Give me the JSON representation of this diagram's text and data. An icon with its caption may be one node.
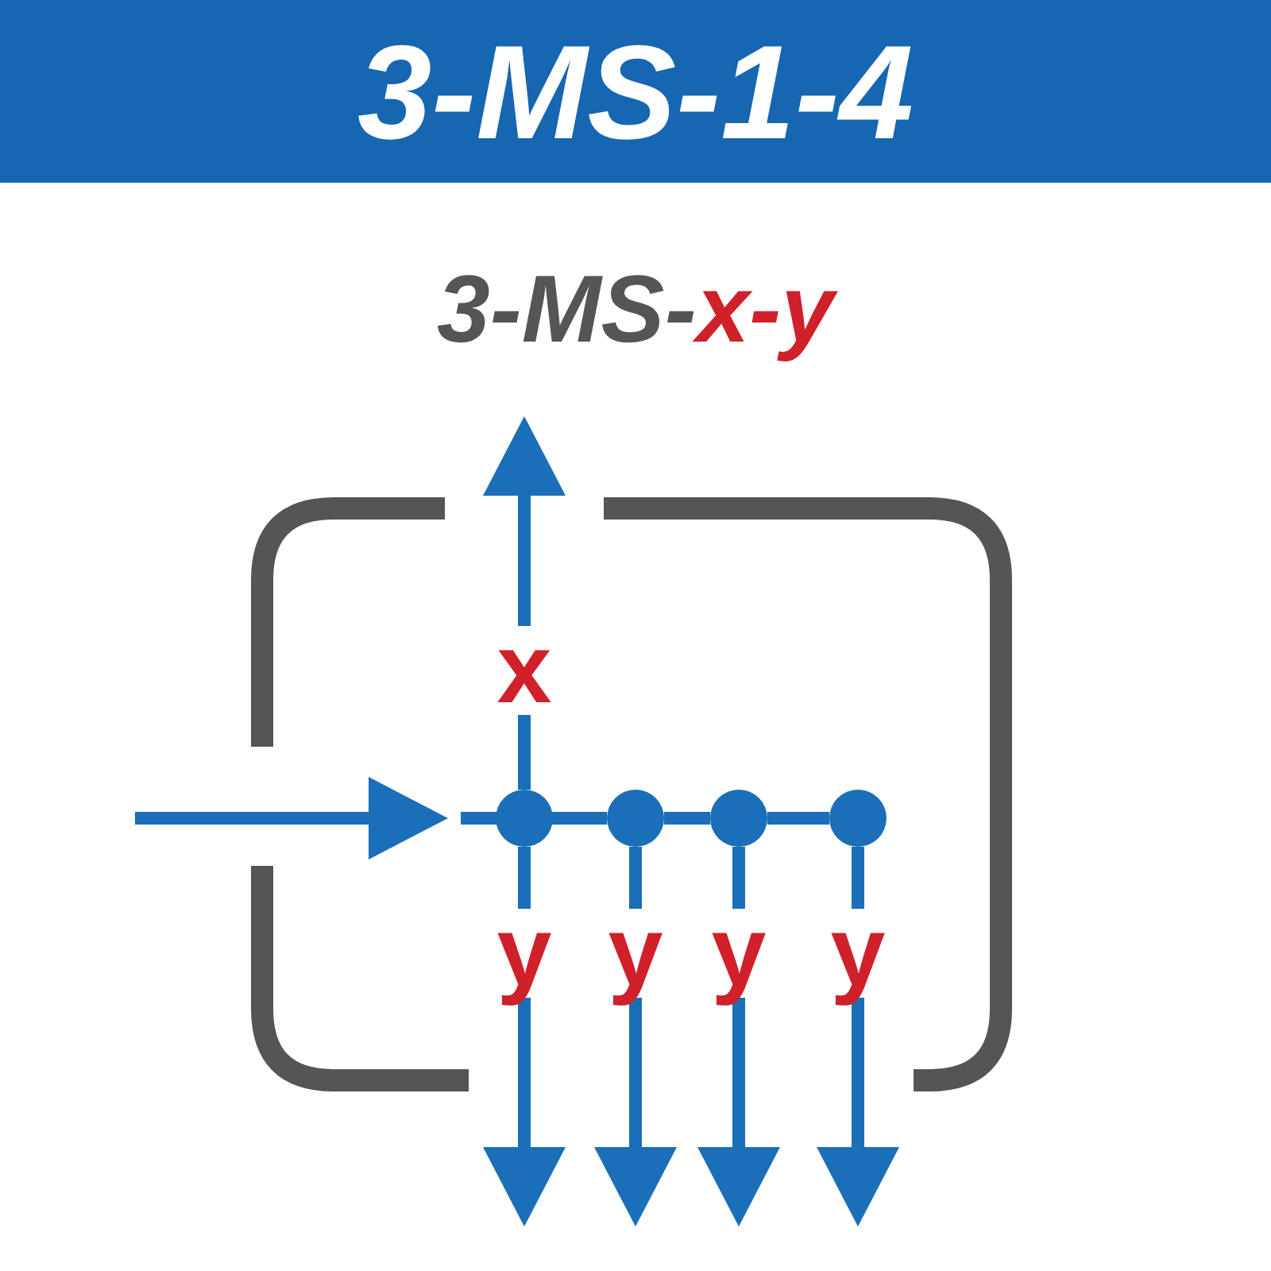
{
  "diagram": {
    "title": "3-MS-1-4",
    "nodes": [
      {
        "text": [],
        "shape": "box"
      },
      {
        "text": [],
        "shape": "circle",
        "in": 0
      },
      {
        "text": [],
        "shape": "circle",
        "in": 0
      },
      {
        "text": [],
        "shape": "circle",
        "in": 0
      },
      {
        "text": [],
        "shape": "circle",
        "in": 0
      }
    ],
    "edges": [
      {
        "from": null,
        "to": 1,
        "arrow": "to"
      },
      {
        "from": 1,
        "to": null,
        "arrow": "to",
        "label": "x"
      },
      {
        "from": 1,
        "to": null,
        "arrow": "to",
        "label": "y"
      },
      {
        "from": 2,
        "to": null,
        "arrow": "to",
        "label": "y"
      },
      {
        "from": 3,
        "to": null,
        "arrow": "to",
        "label": "y"
      },
      {
        "from": 4,
        "to": null,
        "arrow": "to",
        "label": "y"
      },
      {
        "from": 1,
        "to": 2,
        "arrow": "none"
      },
      {
        "from": 2,
        "to": 3,
        "arrow": "none"
      },
      {
        "from": 3,
        "to": 4,
        "arrow": "none"
      }
    ],
    "labels": [
      "3-MS-",
      "x-y"
    ]
  }
}
